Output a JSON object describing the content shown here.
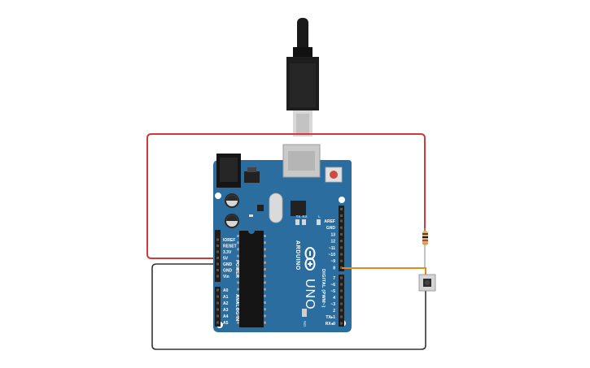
{
  "board": {
    "brand": "ARDUINO",
    "model": "UNO",
    "logo_symbol": "∞",
    "power_section_label": "POWER",
    "analog_section_label": "ANALOG IN",
    "digital_section_label": "DIGITAL (PWM~)",
    "on_led_label": "ON",
    "led_labels": [
      "TX",
      "RX",
      "L"
    ],
    "power_pins": [
      "IOREF",
      "RESET",
      "3.3V",
      "5V",
      "GND",
      "GND",
      "Vin"
    ],
    "analog_pins": [
      "A0",
      "A1",
      "A2",
      "A3",
      "A4",
      "A5"
    ],
    "digital_pins_top": [
      "AREF",
      "GND",
      "13",
      "12",
      "~11",
      "~10",
      "~9",
      "8"
    ],
    "digital_pins_bottom": [
      "7",
      "~6",
      "~5",
      "4",
      "~3",
      "2",
      "TX▸1",
      "RX◂0"
    ]
  },
  "components": {
    "usb_cable": "usb-cable",
    "resistor": "resistor",
    "pushbutton": "pushbutton"
  },
  "colors": {
    "board_blue": "#2b6d9e",
    "wire_red": "#d23a3a",
    "wire_black": "#333333",
    "wire_orange": "#e8891c",
    "header_black": "#1e1e1e"
  }
}
